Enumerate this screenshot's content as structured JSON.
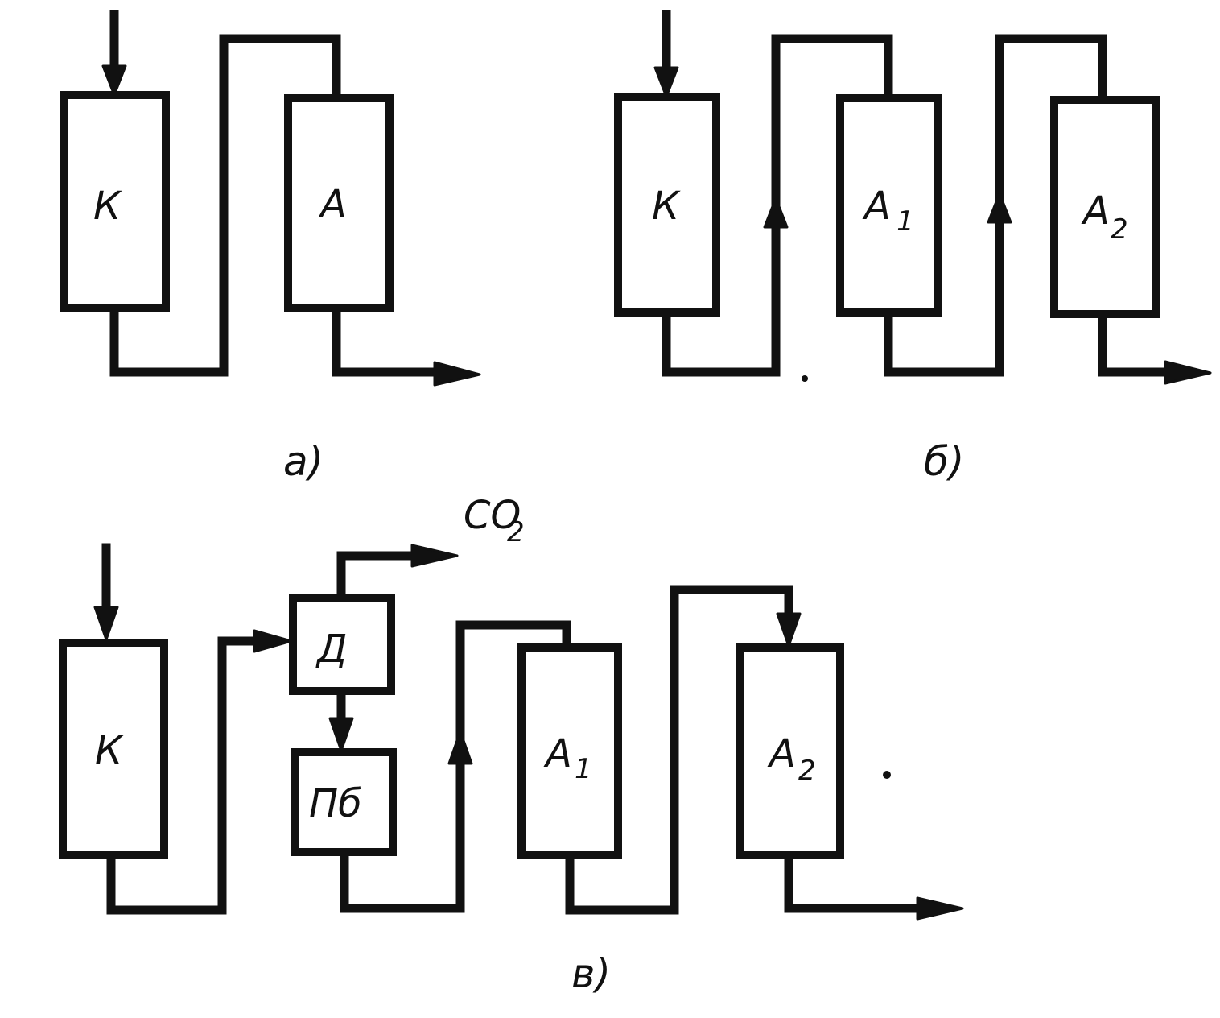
{
  "diagram_a": {
    "caption": "а)",
    "column_k": "К",
    "column_a": "А"
  },
  "diagram_b": {
    "caption": "б)",
    "column_k": "К",
    "column_a1": "А",
    "column_a1_sub": "1",
    "column_a2": "А",
    "column_a2_sub": "2"
  },
  "diagram_c": {
    "caption": "в)",
    "column_k": "К",
    "unit_d": "Д",
    "unit_pb": "Пб",
    "column_a1": "А",
    "column_a1_sub": "1",
    "column_a2": "А",
    "column_a2_sub": "2",
    "gas_out": "CO",
    "gas_out_sub": "2"
  }
}
